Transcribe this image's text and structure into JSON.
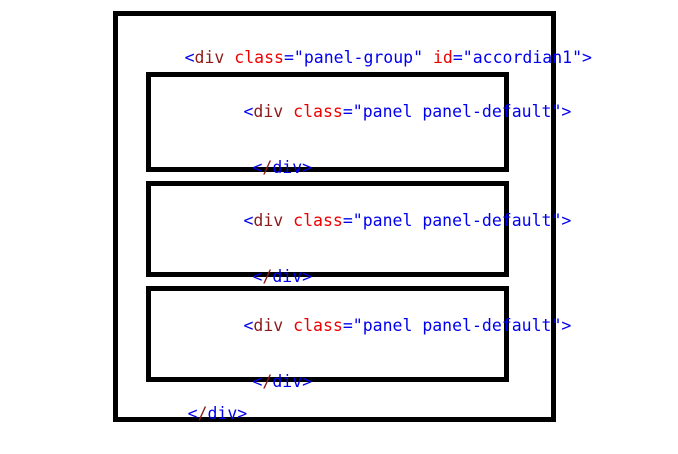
{
  "colors": {
    "background": "#ffffff",
    "border": "#000000",
    "blue": "#0000ee",
    "red": "#ee0000",
    "maroon": "#8b1a1a"
  },
  "code": {
    "outer_open": {
      "lt": "<",
      "tag": "div",
      "sp1": " ",
      "attr1_name": "class",
      "attr1_value": "=\"panel-group\"",
      "sp2": " ",
      "attr2_name": "id",
      "attr2_value": "=\"accordian1\"",
      "gt": ">"
    },
    "panel_open": {
      "lt": "<",
      "tag": "div",
      "sp1": " ",
      "attr1_name": "class",
      "attr1_value": "=\"panel panel-default\"",
      "gt": ">"
    },
    "close": {
      "lt": "<",
      "slash": "/",
      "rest": "div>"
    }
  }
}
